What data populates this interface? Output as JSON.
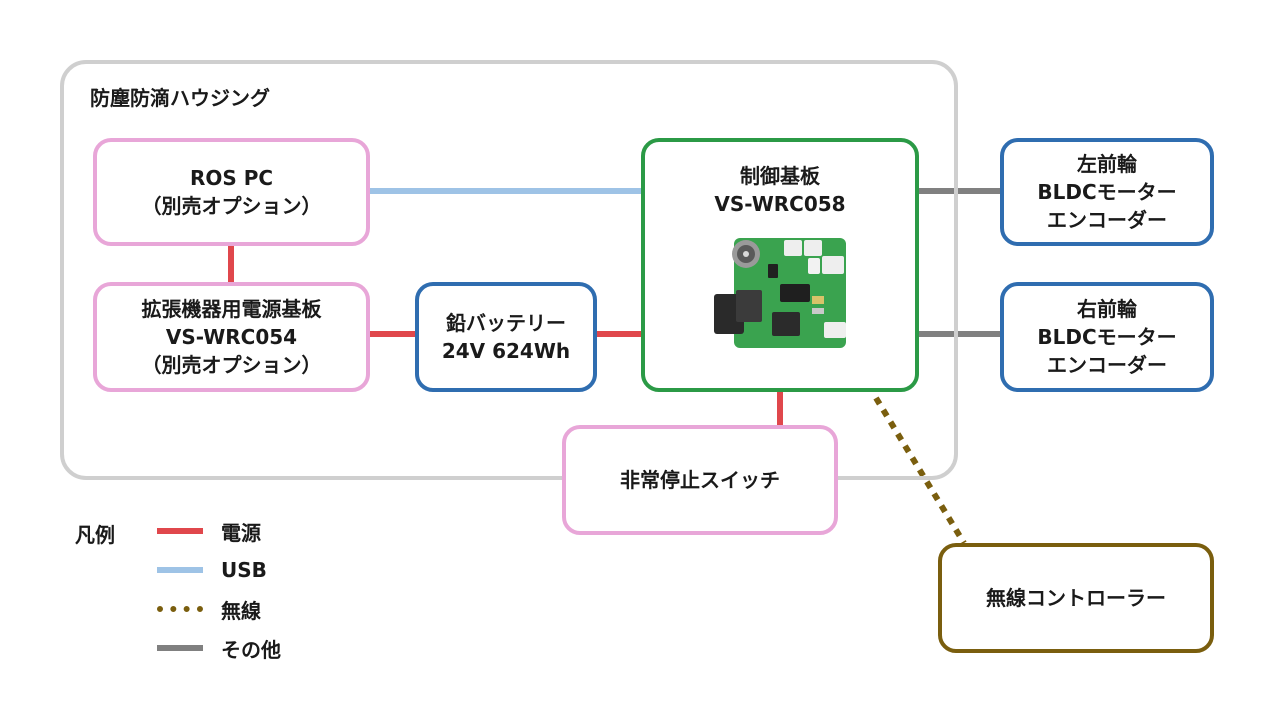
{
  "housing_label": "防塵防滴ハウジング",
  "colors": {
    "power": "#e0474c",
    "usb": "#9ec3e6",
    "wireless": "#7a5e0e",
    "other": "#808080",
    "optional_border": "#e8a6d8",
    "device_border": "#2f6db0",
    "controller_border": "#2b9a46",
    "housing_border": "#cfcfcf"
  },
  "nodes": {
    "ros_pc": {
      "line1": "ROS PC",
      "line2": "（別売オプション）"
    },
    "ext_power": {
      "line1": "拡張機器用電源基板",
      "line2": "VS-WRC054",
      "line3": "（別売オプション）"
    },
    "battery": {
      "line1": "鉛バッテリー",
      "line2": "24V 624Wh"
    },
    "controller": {
      "line1": "制御基板",
      "line2": "VS-WRC058"
    },
    "encoder_left": {
      "line1": "左前輪",
      "line2": "BLDCモーター",
      "line3": "エンコーダー"
    },
    "encoder_right": {
      "line1": "右前輪",
      "line2": "BLDCモーター",
      "line3": "エンコーダー"
    },
    "estop": {
      "line1": "非常停止スイッチ"
    },
    "wireless_controller": {
      "line1": "無線コントローラー"
    }
  },
  "legend": {
    "title": "凡例",
    "items": [
      {
        "label": "電源",
        "style": "solid",
        "color_key": "power"
      },
      {
        "label": "USB",
        "style": "solid",
        "color_key": "usb"
      },
      {
        "label": "無線",
        "style": "dotted",
        "color_key": "wireless"
      },
      {
        "label": "その他",
        "style": "solid",
        "color_key": "other"
      }
    ]
  }
}
